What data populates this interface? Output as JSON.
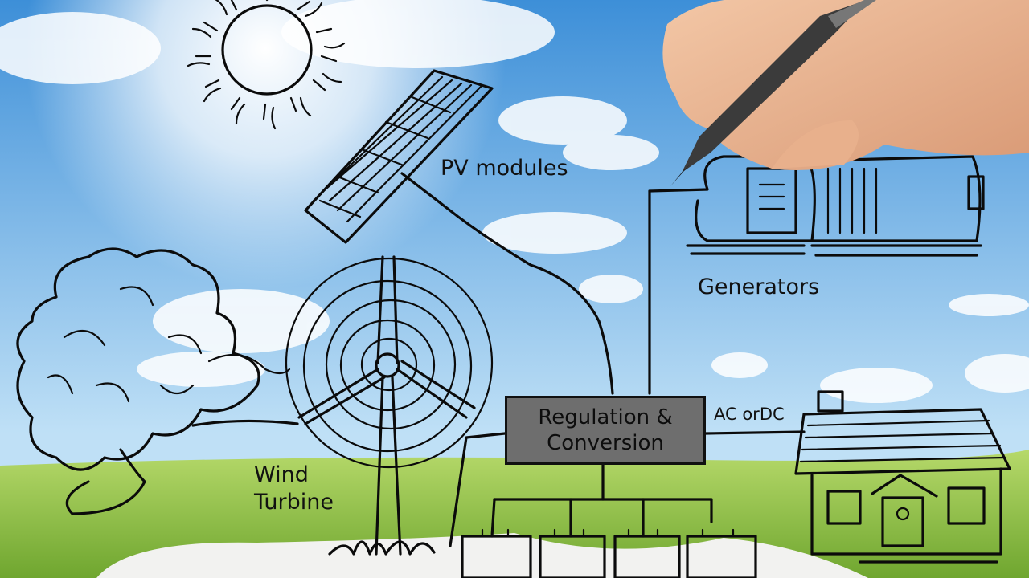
{
  "labels": {
    "pv_modules": "PV modules",
    "generators": "Generators",
    "wind_line1": "Wind",
    "wind_line2": "Turbine",
    "ac_dc": "AC orDC",
    "regulation_line1": "Regulation &",
    "regulation_line2": "Conversion"
  },
  "colors": {
    "sky_top": "#3d8fd8",
    "sky_bottom": "#bfe0f6",
    "grass": "#8fc243",
    "box_fill": "#6e6e6e",
    "ink": "#0b0b0b"
  }
}
